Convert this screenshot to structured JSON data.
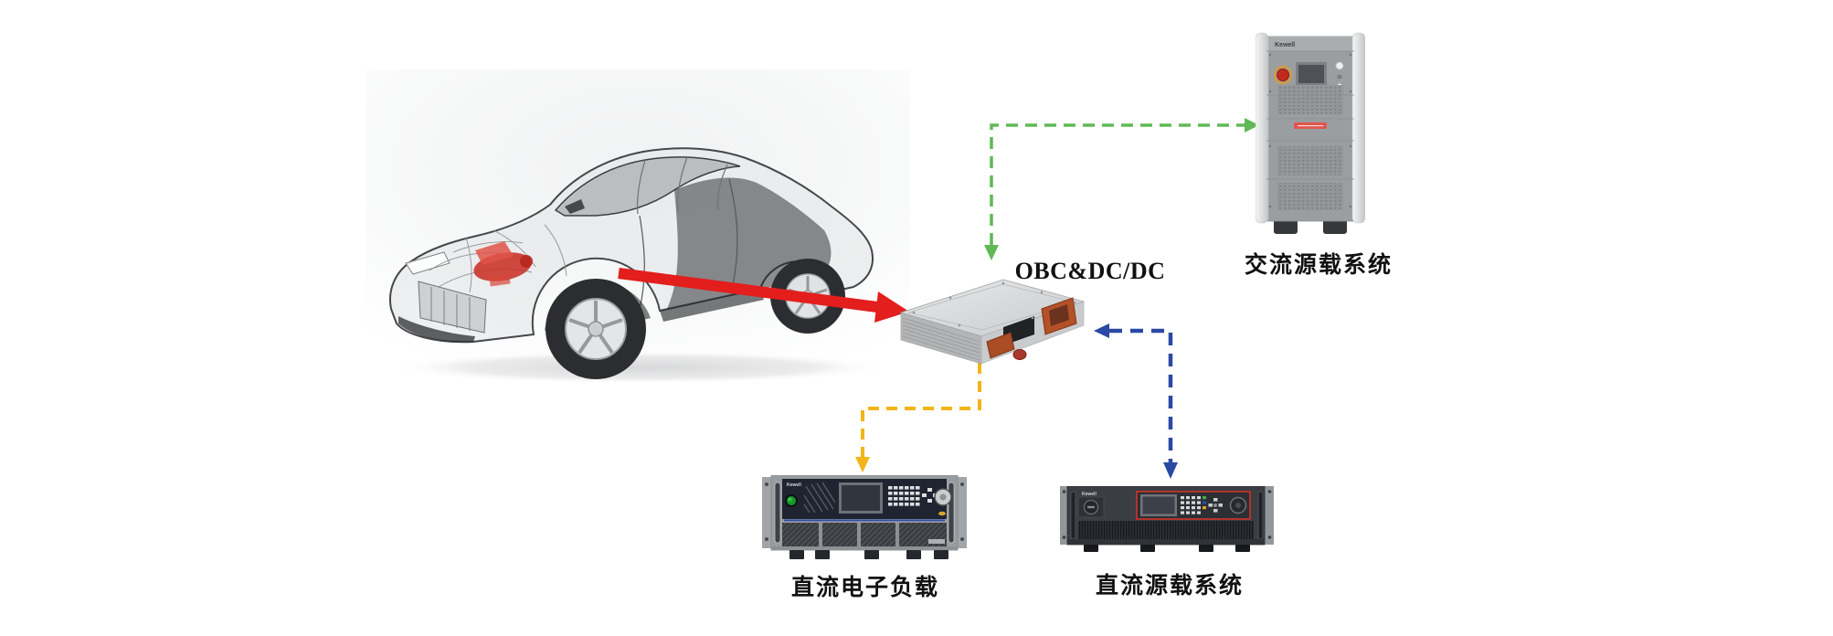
{
  "page": {
    "background": "#ffffff"
  },
  "brand": "Kewell",
  "labels": {
    "obc": "OBC&DC/DC",
    "ac_source_load": "交流源载系统",
    "dc_electronic_load": "直流电子负载",
    "dc_source_load": "直流源载系统"
  },
  "colors": {
    "red_arrow": "#e31e1d",
    "green_arrow": "#60b956",
    "yellow_arrow": "#f2b418",
    "blue_arrow": "#2b49a4",
    "label_text": "#111111"
  },
  "connections": [
    {
      "from": "car",
      "to": "obc-module",
      "line": "solid",
      "color": "#e31e1d",
      "bidirectional": false
    },
    {
      "from": "obc-module",
      "to": "ac-source-load-system",
      "line": "dashed",
      "color": "#60b956",
      "bidirectional": true
    },
    {
      "from": "obc-module",
      "to": "dc-electronic-load",
      "line": "dashed",
      "color": "#f2b418",
      "bidirectional": false
    },
    {
      "from": "obc-module",
      "to": "dc-source-load-system",
      "line": "dashed",
      "color": "#2b49a4",
      "bidirectional": true
    }
  ]
}
